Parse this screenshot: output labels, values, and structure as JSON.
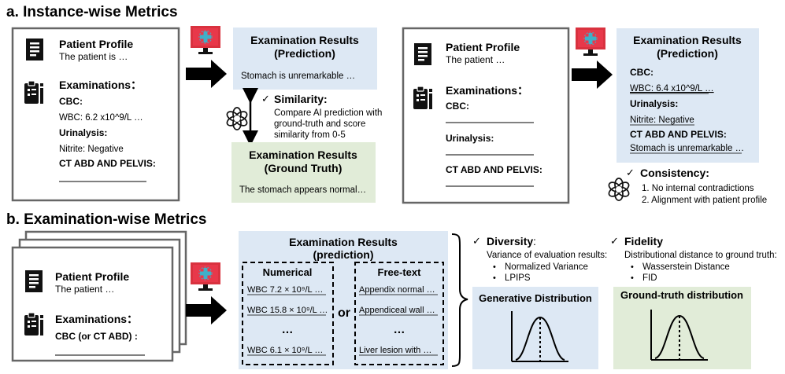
{
  "section_a": {
    "title": "a. Instance-wise Metrics",
    "left_profile": {
      "heading": "Patient Profile",
      "text": "The patient is …",
      "exam_heading": "Examinations：",
      "cbc_label": "CBC:",
      "cbc_value": "WBC: 6.2 x10^9/L …",
      "urinalysis_label": "Urinalysis:",
      "urinalysis_value": "Nitrite: Negative",
      "ct_label": "CT ABD AND PELVIS:"
    },
    "prediction_box": {
      "title_line1": "Examination Results",
      "title_line2": "(Prediction)",
      "text": "Stomach is unremarkable …"
    },
    "similarity": {
      "check": "✓",
      "title": "Similarity:",
      "line1": "Compare AI prediction with",
      "line2": "ground-truth and score",
      "line3": "similarity from 0-5"
    },
    "ground_truth_box": {
      "title_line1": "Examination Results",
      "title_line2": "(Ground Truth)",
      "text": "The stomach appears normal…"
    },
    "right_profile": {
      "heading": "Patient Profile",
      "text": "The patient …",
      "exam_heading": "Examinations：",
      "cbc_label": "CBC:",
      "urinalysis_label": "Urinalysis:",
      "ct_label": "CT ABD AND PELVIS:"
    },
    "right_prediction_box": {
      "title_line1": "Examination Results",
      "title_line2": "(Prediction)",
      "cbc_label": "CBC:",
      "cbc_value": "WBC: 6.4 x10^9/L …",
      "urinalysis_label": "Urinalysis:",
      "urinalysis_value": "Nitrite: Negative",
      "ct_label": "CT ABD AND PELVIS:",
      "ct_value": "Stomach is unremarkable …"
    },
    "consistency": {
      "check": "✓",
      "title": "Consistency:",
      "line1": "1. No internal contradictions",
      "line2": "2. Alignment with patient profile"
    }
  },
  "section_b": {
    "title": "b. Examination-wise Metrics",
    "profile": {
      "heading": "Patient Profile",
      "text": "The patient …",
      "exam_heading": "Examinations：",
      "exam_value": "CBC (or CT ABD) :"
    },
    "results_box": {
      "title_line1": "Examination Results",
      "title_line2": "(prediction)",
      "numerical": {
        "title": "Numerical",
        "items": [
          "WBC 7.2 × 10⁹/L …",
          "WBC 15.8 × 10⁹/L …",
          "…",
          "WBC 6.1 × 10⁹/L …"
        ]
      },
      "or_label": "or",
      "freetext": {
        "title": "Free-text",
        "items": [
          "Appendix normal …",
          "Appendiceal wall …",
          "…",
          "Liver lesion with …"
        ]
      }
    },
    "diversity": {
      "check": "✓",
      "title": "Diversity",
      "colon": ":",
      "subtitle": "Variance of evaluation results:",
      "bullets": [
        "Normalized Variance",
        "LPIPS"
      ],
      "dist_title": "Generative Distribution"
    },
    "fidelity": {
      "check": "✓",
      "title": "Fidelity",
      "subtitle": "Distributional distance to ground truth:",
      "bullets": [
        "Wasserstein Distance",
        "FID"
      ],
      "dist_title": "Ground-truth distribution"
    }
  },
  "colors": {
    "prediction_bg": "#dde8f4",
    "ground_truth_bg": "#e1ecd8",
    "monitor_red": "#e8384a",
    "monitor_cross": "#3fb0c9"
  },
  "icons": [
    "document-icon",
    "clipboard-icon",
    "monitor-icon",
    "openai-logo-icon",
    "arrow-right-icon"
  ]
}
